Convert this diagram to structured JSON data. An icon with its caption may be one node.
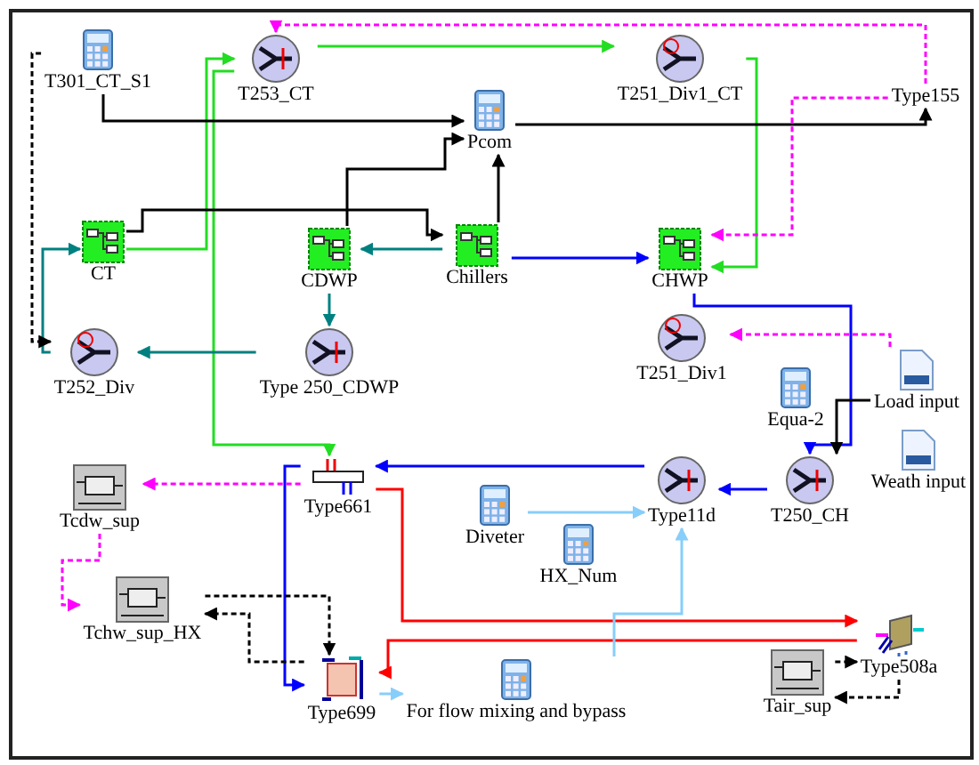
{
  "diagram": {
    "nodes": [
      {
        "text": [
          "T301_CT_S1"
        ]
      },
      {
        "text": [
          "T253_CT"
        ]
      },
      {
        "text": [
          "T251_Div1_CT"
        ]
      },
      {
        "text": [
          "Type155"
        ]
      },
      {
        "text": [
          "Pcom"
        ]
      },
      {
        "text": [
          "CT"
        ]
      },
      {
        "text": [
          "CDWP"
        ]
      },
      {
        "text": [
          "Chillers"
        ]
      },
      {
        "text": [
          "CHWP"
        ]
      },
      {
        "text": [
          "T252_Div"
        ]
      },
      {
        "text": [
          "Type 250_CDWP"
        ]
      },
      {
        "text": [
          "T251_Div1"
        ]
      },
      {
        "text": [
          "Equa-2"
        ]
      },
      {
        "text": [
          "Load input"
        ]
      },
      {
        "text": [
          "Weath input"
        ]
      },
      {
        "text": [
          "Tcdw_sup"
        ]
      },
      {
        "text": [
          "Type661"
        ]
      },
      {
        "text": [
          "Diveter"
        ]
      },
      {
        "text": [
          "HX_Num"
        ]
      },
      {
        "text": [
          "Type11d"
        ]
      },
      {
        "text": [
          "T250_CH"
        ]
      },
      {
        "text": [
          "Tchw_sup_HX"
        ]
      },
      {
        "text": [
          "Type508a"
        ]
      },
      {
        "text": [
          "Type699"
        ]
      },
      {
        "text": [
          "For flow mixing and bypass"
        ]
      },
      {
        "text": [
          "Tair_sup"
        ]
      }
    ],
    "edges": [
      {
        "from": 5,
        "to": 1,
        "arrow": "to",
        "color": "#22dd22"
      },
      {
        "from": 1,
        "to": 2,
        "arrow": "to",
        "color": "#22dd22"
      },
      {
        "from": 2,
        "to": 8,
        "arrow": "to",
        "color": "#22dd22"
      },
      {
        "from": 1,
        "to": 16,
        "arrow": "to",
        "color": "#22dd22"
      },
      {
        "from": 7,
        "to": 6,
        "arrow": "to",
        "color": "#008080"
      },
      {
        "from": 6,
        "to": 10,
        "arrow": "to",
        "color": "#008080"
      },
      {
        "from": 10,
        "to": 9,
        "arrow": "to",
        "color": "#008080"
      },
      {
        "from": 9,
        "to": 5,
        "arrow": "to",
        "color": "#008080"
      },
      {
        "from": 7,
        "to": 8,
        "arrow": "to",
        "color": "#0000ff"
      },
      {
        "from": 8,
        "to": 20,
        "arrow": "to",
        "color": "#0000ff"
      },
      {
        "from": 20,
        "to": 19,
        "arrow": "to",
        "color": "#0000ff"
      },
      {
        "from": 19,
        "to": 16,
        "arrow": "to",
        "color": "#0000ff"
      },
      {
        "from": 16,
        "to": 23,
        "arrow": "to",
        "color": "#0000ff"
      },
      {
        "from": 16,
        "to": 22,
        "arrow": "to",
        "color": "#ff0000"
      },
      {
        "from": 22,
        "to": 23,
        "arrow": "to",
        "color": "#ff0000"
      },
      {
        "from": 23,
        "to": 24,
        "arrow": "to",
        "color": "#87cefa"
      },
      {
        "from": 24,
        "to": 19,
        "arrow": "to",
        "color": "#87cefa"
      },
      {
        "from": 17,
        "to": 19,
        "arrow": "to",
        "color": "#87cefa"
      },
      {
        "from": 0,
        "to": 4,
        "arrow": "to"
      },
      {
        "from": 6,
        "to": 4,
        "arrow": "to"
      },
      {
        "from": 7,
        "to": 4,
        "arrow": "to"
      },
      {
        "from": 4,
        "to": 3,
        "arrow": "to"
      },
      {
        "from": 13,
        "to": 20,
        "arrow": "to"
      },
      {
        "from": 5,
        "to": 7,
        "arrow": "to"
      },
      {
        "from": 0,
        "to": 9,
        "arrow": "to",
        "style": "dashed"
      },
      {
        "from": 23,
        "to": 21,
        "arrow": "to",
        "style": "dashed"
      },
      {
        "from": 21,
        "to": 23,
        "arrow": "to",
        "style": "dashed"
      },
      {
        "from": 25,
        "to": 22,
        "arrow": "to",
        "style": "dashed"
      },
      {
        "from": 22,
        "to": 25,
        "arrow": "to",
        "style": "dashed"
      },
      {
        "from": 3,
        "to": 1,
        "arrow": "to",
        "style": "dashed",
        "color": "#ff00ff"
      },
      {
        "from": 3,
        "to": 8,
        "arrow": "to",
        "style": "dashed",
        "color": "#ff00ff"
      },
      {
        "from": 13,
        "to": 11,
        "arrow": "to",
        "style": "dashed",
        "color": "#ff00ff"
      },
      {
        "from": 16,
        "to": 15,
        "arrow": "to",
        "style": "dashed",
        "color": "#ff00ff"
      },
      {
        "from": 15,
        "to": 21,
        "arrow": "to",
        "style": "dashed",
        "color": "#ff00ff"
      }
    ]
  }
}
